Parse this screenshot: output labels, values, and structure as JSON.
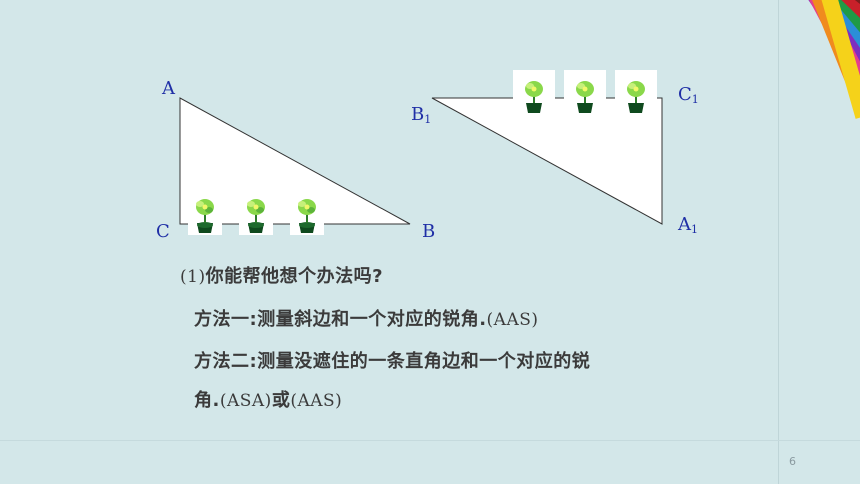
{
  "triangle1": {
    "A": "A",
    "B": "B",
    "C": "C"
  },
  "triangle2": {
    "B1_letter": "B",
    "B1_sub": "1",
    "C1_letter": "C",
    "C1_sub": "1",
    "A1_letter": "A",
    "A1_sub": "1"
  },
  "question": {
    "prefix": "(1)",
    "text": "你能帮他想个办法吗?"
  },
  "method1": {
    "text": "方法一:测量斜边和一个对应的锐角.",
    "paren": "(AAS)"
  },
  "method2": {
    "line1": "方法二:测量没遮住的一条直角边和一个对应的锐",
    "line2_a": "角.",
    "line2_b": "(ASA)",
    "line2_c": "或",
    "line2_d": "(AAS)"
  },
  "page_number": "6",
  "colors": {
    "background": "#d3e7e9",
    "label_blue": "#1f2fa6",
    "text_gray": "#3b3b3b"
  },
  "icons": [
    "potted-plant-icon",
    "colored-pencils-image"
  ]
}
